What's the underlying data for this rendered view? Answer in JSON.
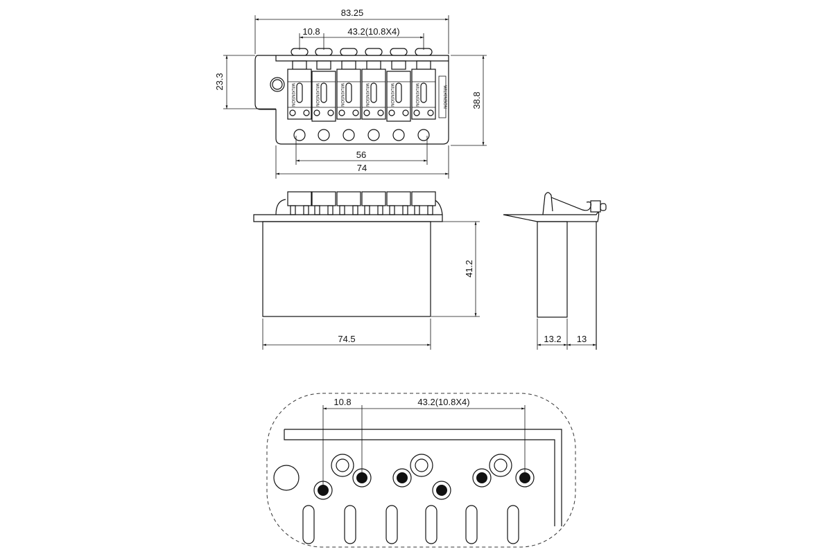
{
  "brand": "WILKINSON",
  "top_view": {
    "overall_width": "83.25",
    "string_spacing": "10.8",
    "string_span": "43.2(10.8X4)",
    "height_left": "23.3",
    "height_total": "38.8",
    "mount_spacing": "56",
    "plate_width": "74"
  },
  "front_view": {
    "block_height": "41.2",
    "block_width": "74.5"
  },
  "side_view": {
    "block_depth": "13.2",
    "offset": "13"
  },
  "detail_view": {
    "string_spacing": "10.8",
    "string_span": "43.2(10.8X4)"
  }
}
